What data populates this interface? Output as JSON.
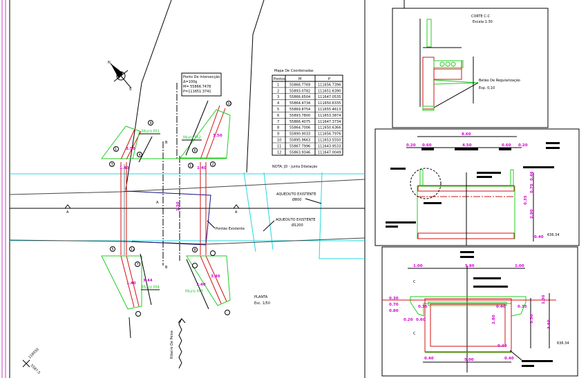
{
  "colors": {
    "wall": "#d01010",
    "wing": "#22cc22",
    "aqueduct": "#22d8e0",
    "dimension": "#d400d4",
    "bridge": "#101080"
  },
  "plan": {
    "title": "PLANTA",
    "scale": "Esc. 1/50",
    "note": "NOTA: JD - Junta Dilatação",
    "aqueduct_1": {
      "line1": "AQUEDUTO EXISTENTE",
      "line2": "Ø800"
    },
    "aqueduct_2": {
      "line1": "AQUEDUTO EXISTENTE",
      "line2": "Ø1200"
    },
    "existing_bridge": "Pontão Existente",
    "stream": "Ribeiro De Peixe",
    "section_a": "A",
    "section_b": "B",
    "dim_center": "1.50",
    "walls": [
      "Muro M1",
      "Muro M2",
      "Muro M3",
      "Muro M4"
    ],
    "wall_dims": [
      "1.40",
      "3.50",
      "1.40",
      "3.50",
      "1.40",
      "3.44",
      "3.40",
      "3.40"
    ],
    "point_labels": [
      "1",
      "2",
      "3",
      "4",
      "5",
      "6",
      "7",
      "8",
      "9",
      "10",
      "11",
      "12"
    ],
    "coord_x": "118550",
    "coord_y": "5587.5",
    "compass": {
      "north": "N",
      "south": "S"
    }
  },
  "intersection": {
    "title": "Ponto De Intersecção",
    "angle": "Δ=100g",
    "m": "M= 55866.7478",
    "p": "P=111651.3741"
  },
  "coord_table": {
    "title": "Mapa De Coordenadas",
    "headers": [
      "Pontos",
      "M",
      "P"
    ],
    "rows": [
      [
        "1",
        "55866.7769",
        "111656.7396"
      ],
      [
        "2",
        "55893.0782",
        "111651.6390"
      ],
      [
        "3",
        "55866.6504",
        "111647.0535"
      ],
      [
        "4",
        "55864.4734",
        "111650.6335"
      ],
      [
        "5",
        "55869.8754",
        "111655.4613"
      ],
      [
        "6",
        "55893.7800",
        "111653.3874"
      ],
      [
        "7",
        "55866.4075",
        "111647.3734"
      ],
      [
        "8",
        "55864.7006",
        "111650.6366"
      ],
      [
        "9",
        "55890.9033",
        "111656.7976"
      ],
      [
        "10",
        "55895.9663",
        "111653.5550"
      ],
      [
        "11",
        "55867.7996",
        "111643.9533"
      ],
      [
        "12",
        "55863.9346",
        "111647.0049"
      ]
    ]
  },
  "corte_cc": {
    "title": "CORTE C-C",
    "scale": "Escala 1:30",
    "label_1": "Betão De Regularização",
    "label_2": "Esp. 0,10"
  },
  "section_b": {
    "dims_top": [
      "8.60",
      "0.20",
      "0.60",
      "4.50",
      "0.60",
      "0.20"
    ],
    "dims_right": [
      "0.46",
      "0.70",
      "0.35",
      "2.90",
      "0.40"
    ],
    "level": "636.34"
  },
  "section_c": {
    "dims_top": [
      "1.00",
      "5.80",
      "1.00"
    ],
    "dims_left": [
      "0.30",
      "0.70",
      "0.80",
      "0.20",
      "0.60"
    ],
    "dims_inner": [
      "0.35",
      "0.40",
      "0.35",
      "2.80",
      "0.40"
    ],
    "dims_right": [
      "1.30",
      "3.30",
      "3.60"
    ],
    "dims_bottom": [
      "0.40",
      "5.00",
      "0.40"
    ],
    "cut_label": "C",
    "level": "636.34"
  }
}
